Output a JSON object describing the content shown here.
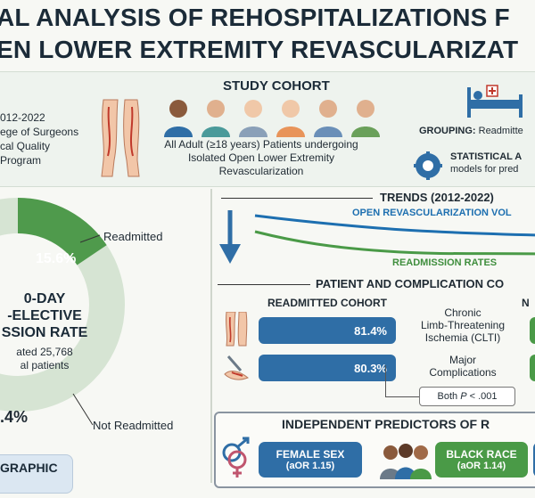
{
  "header": {
    "title_line1": "AL ANALYSIS OF REHOSPITALIZATIONS F",
    "title_line2": "EN LOWER EXTREMITY REVASCULARIZAT"
  },
  "data_source": {
    "line1": "012-2022",
    "line2": "ege of Surgeons",
    "line3": "cal Quality",
    "line4": " Program"
  },
  "study_cohort": {
    "title": "STUDY COHORT",
    "description": "All Adult (≥18 years) Patients undergoing Isolated Open Lower Extremity Revascularization"
  },
  "grouping": {
    "label": "GROUPING:",
    "value": "Readmitte"
  },
  "statistical": {
    "label": "STATISTICAL A",
    "desc": "models for pred"
  },
  "donut": {
    "readmitted_pct": "15.6%",
    "readmitted_label": "Readmitted",
    "not_readmitted_pct": ".4%",
    "not_readmitted_label": "Not Readmitted",
    "center_line1": "0-DAY",
    "center_line2": "-ELECTIVE",
    "center_line3": "SSION RATE",
    "center_line4": "ated 25,768",
    "center_line5": "al patients",
    "readmitted_value": 15.6,
    "colors": {
      "readmitted": "#4f9a4c",
      "not_readmitted": "#d6e4d3"
    }
  },
  "demographic_tag": "GRAPHIC",
  "trends": {
    "title": "TRENDS (2012-2022)",
    "volume_label": "OPEN REVASCULARIZATION VOL",
    "readmission_label": "READMISSION RATES",
    "colors": {
      "volume": "#1d6fb0",
      "readmission": "#3f8e3d"
    }
  },
  "comparison": {
    "title": "PATIENT AND COMPLICATION CO",
    "readmitted_header": "READMITTED COHORT",
    "other_header": "N",
    "rows": [
      {
        "value": "81.4%",
        "label_line1": "Chronic",
        "label_line2": "Limb-Threatening",
        "label_line3": "Ischemia (CLTI)"
      },
      {
        "value": "80.3%",
        "label_line1": "Major",
        "label_line2": "Complications",
        "label_line3": ""
      }
    ],
    "significance_prefix": "Both ",
    "significance_p": "P",
    "significance_suffix": " < .001"
  },
  "predictors": {
    "title": "INDEPENDENT PREDICTORS OF R",
    "items": [
      {
        "name": "FEMALE SEX",
        "aor": "(aOR 1.15)"
      },
      {
        "name": "BLACK RACE",
        "aor": "(aOR 1.14)"
      }
    ]
  }
}
